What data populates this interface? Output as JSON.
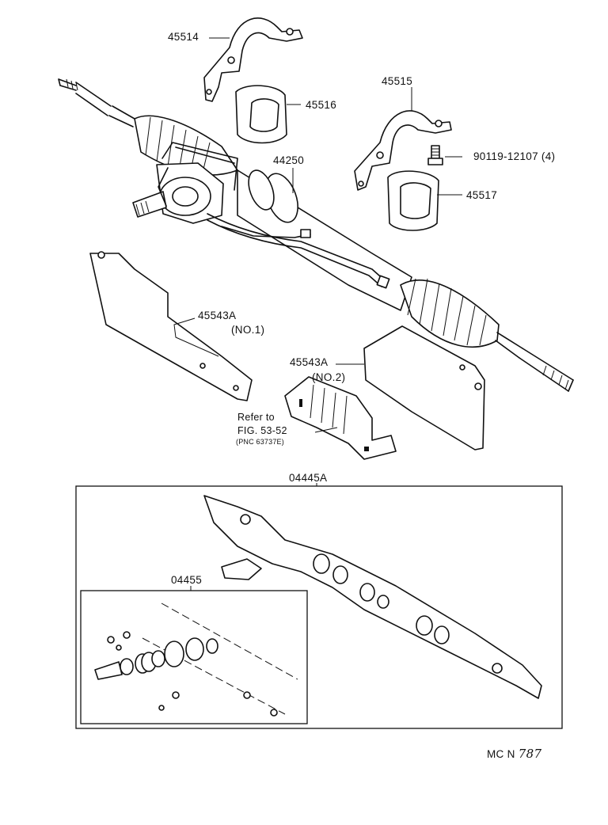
{
  "parts": {
    "p45514": "45514",
    "p45516": "45516",
    "p45515": "45515",
    "p44250": "44250",
    "p90119": "90119-12107 (4)",
    "p45517": "45517",
    "p45543a_1": "45543A",
    "p45543a_1_sub": "(NO.1)",
    "p45543a_2": "45543A",
    "p45543a_2_sub": "(NO.2)",
    "refer_line1": "Refer to",
    "refer_line2": "FIG. 53-52",
    "refer_line3": "(PNC 63737E)",
    "p04445a": "04445A",
    "p04455": "04455"
  },
  "footer": {
    "code_prefix": "MC N",
    "code_number": "787"
  }
}
